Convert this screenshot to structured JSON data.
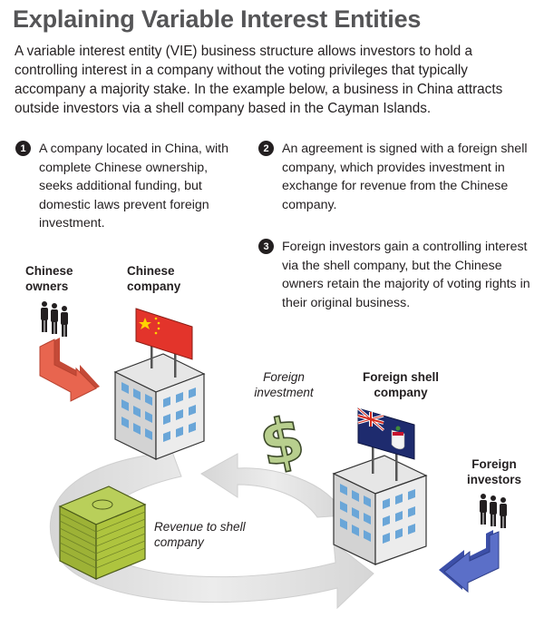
{
  "title": "Explaining Variable Interest Entities",
  "intro": "A variable interest entity (VIE) business structure allows investors to hold a controlling interest in a company without the voting privileges that typically accompany a majority stake.  In the example below, a business in China attracts outside investors via a shell company based in the Cayman Islands.",
  "steps": [
    {
      "number": "1",
      "text": "A company located in China, with complete Chinese ownership, seeks additional funding, but domestic laws prevent foreign investment."
    },
    {
      "number": "2",
      "text": "An agreement is signed with a foreign shell company, which provides investment in exchange for revenue from the Chinese company."
    },
    {
      "number": "3",
      "text": "Foreign investors gain a controlling interest via the shell company, but the Chinese owners retain the majority of voting rights in their original business."
    }
  ],
  "labels": {
    "chinese_owners": "Chinese owners",
    "chinese_company": "Chinese company",
    "foreign_investment": "Foreign investment",
    "foreign_shell_company": "Foreign shell company",
    "foreign_investors": "Foreign investors",
    "revenue": "Revenue to shell company"
  },
  "icons": {
    "owners": "people-icon",
    "investors": "people-icon",
    "china_building": "office-building-icon",
    "shell_building": "office-building-icon",
    "china_flag": "china-flag-icon",
    "cayman_flag": "cayman-islands-flag-icon",
    "dollar": "dollar-sign-icon",
    "cash": "cash-stack-icon"
  },
  "colors": {
    "title": "#555557",
    "red_arrow": "#e8654f",
    "blue_arrow": "#5b6fc8",
    "cycle_arrow": "#e3e3e3",
    "dollar_green": "#b8cf8e",
    "cash_green": "#a8c043",
    "building_window": "#6aa6d8"
  }
}
